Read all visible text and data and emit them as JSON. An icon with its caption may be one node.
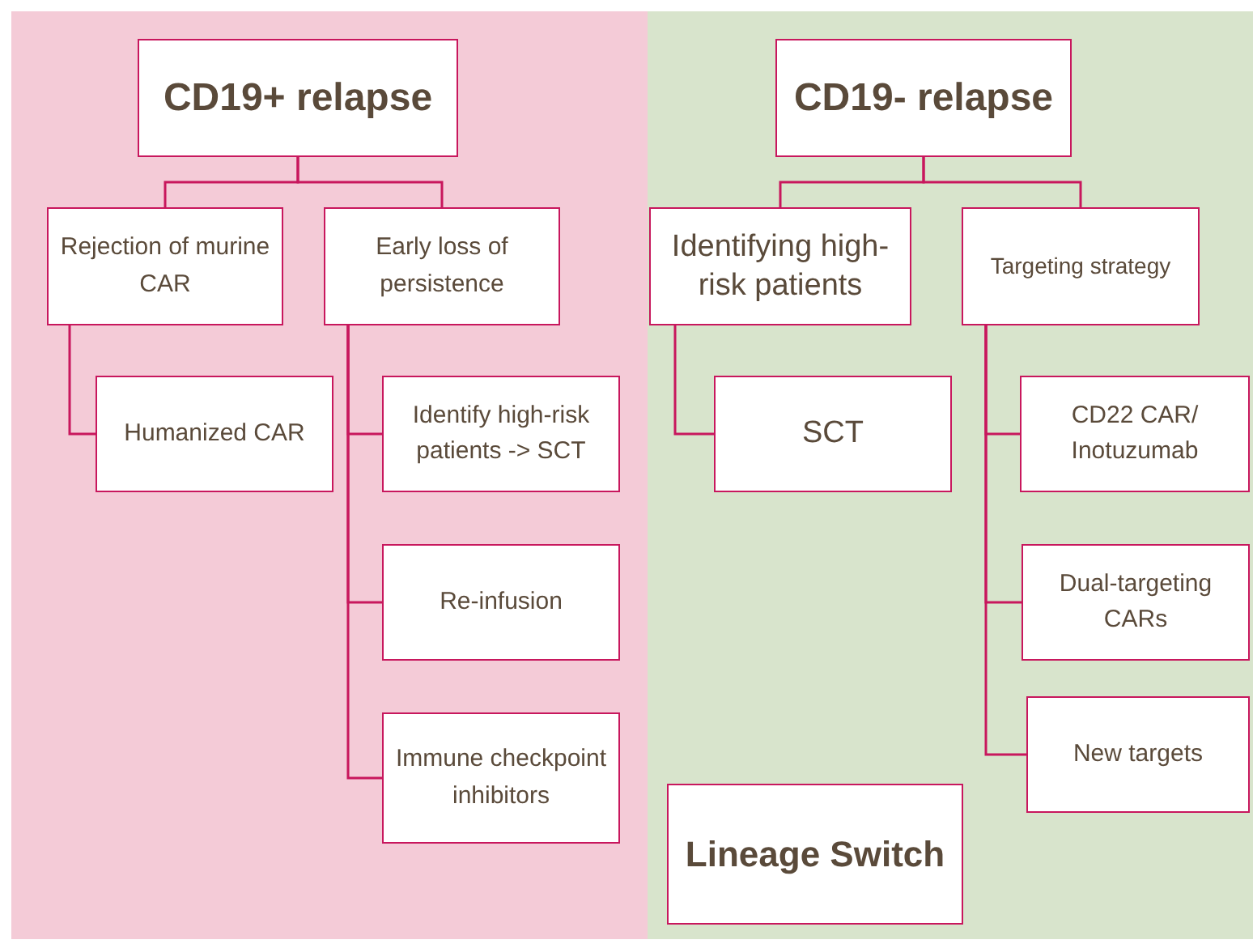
{
  "diagram": {
    "nodes": [
      {
        "text": [
          "CD19+ relapse"
        ]
      },
      {
        "text": [
          "Rejection of murine CAR"
        ]
      },
      {
        "text": [
          "Early loss of persistence"
        ]
      },
      {
        "text": [
          "Humanized CAR"
        ]
      },
      {
        "text": [
          "Identify high-risk patients -> SCT"
        ]
      },
      {
        "text": [
          "Re-infusion"
        ]
      },
      {
        "text": [
          "Immune checkpoint inhibitors"
        ]
      },
      {
        "text": [
          "CD19- relapse"
        ]
      },
      {
        "text": [
          "Identifying high-risk patients"
        ]
      },
      {
        "text": [
          "Targeting strategy"
        ]
      },
      {
        "text": [
          "SCT"
        ]
      },
      {
        "text": [
          "CD22 CAR/ Inotuzumab"
        ]
      },
      {
        "text": [
          "Dual-targeting CARs"
        ]
      },
      {
        "text": [
          "New targets"
        ]
      },
      {
        "text": [
          "Lineage Switch"
        ]
      }
    ],
    "edges": [
      {
        "from": 0,
        "to": 1,
        "arrow": "none"
      },
      {
        "from": 0,
        "to": 2,
        "arrow": "none"
      },
      {
        "from": 1,
        "to": 3,
        "arrow": "none"
      },
      {
        "from": 2,
        "to": 4,
        "arrow": "none"
      },
      {
        "from": 2,
        "to": 5,
        "arrow": "none"
      },
      {
        "from": 2,
        "to": 6,
        "arrow": "none"
      },
      {
        "from": 7,
        "to": 8,
        "arrow": "none"
      },
      {
        "from": 7,
        "to": 9,
        "arrow": "none"
      },
      {
        "from": 8,
        "to": 10,
        "arrow": "none"
      },
      {
        "from": 9,
        "to": 11,
        "arrow": "none"
      },
      {
        "from": 9,
        "to": 12,
        "arrow": "none"
      },
      {
        "from": 9,
        "to": 13,
        "arrow": "none"
      }
    ]
  }
}
